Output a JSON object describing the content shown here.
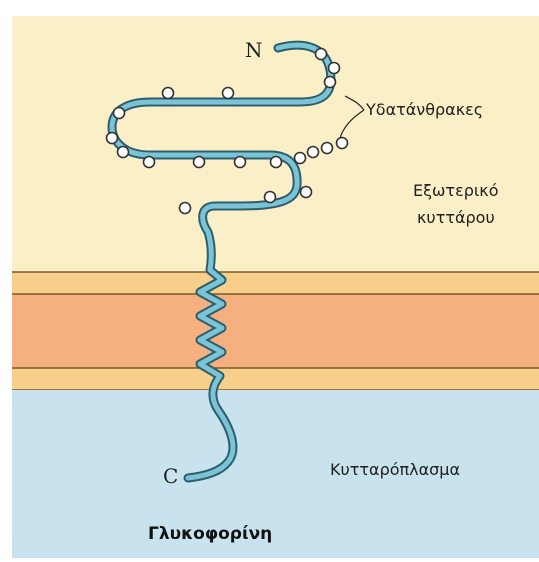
{
  "labels": {
    "n_terminus": "N",
    "c_terminus": "C",
    "carbohydrates": "Υδατάνθρακες",
    "exterior_line1": "Εξωτερικό",
    "exterior_line2": "κυττάρου",
    "cytoplasm": "Κυτταρόπλασμα",
    "title": "Γλυκοφορίνη"
  },
  "colors": {
    "exterior": "#fbefc7",
    "membrane_outer": "#f7cf8a",
    "membrane_core": "#f4b07e",
    "cytoplasm": "#c9e3ee",
    "protein_fill": "#7cc3d6",
    "protein_stroke": "#2b5f6e",
    "membrane_line": "#7a5a2a"
  }
}
